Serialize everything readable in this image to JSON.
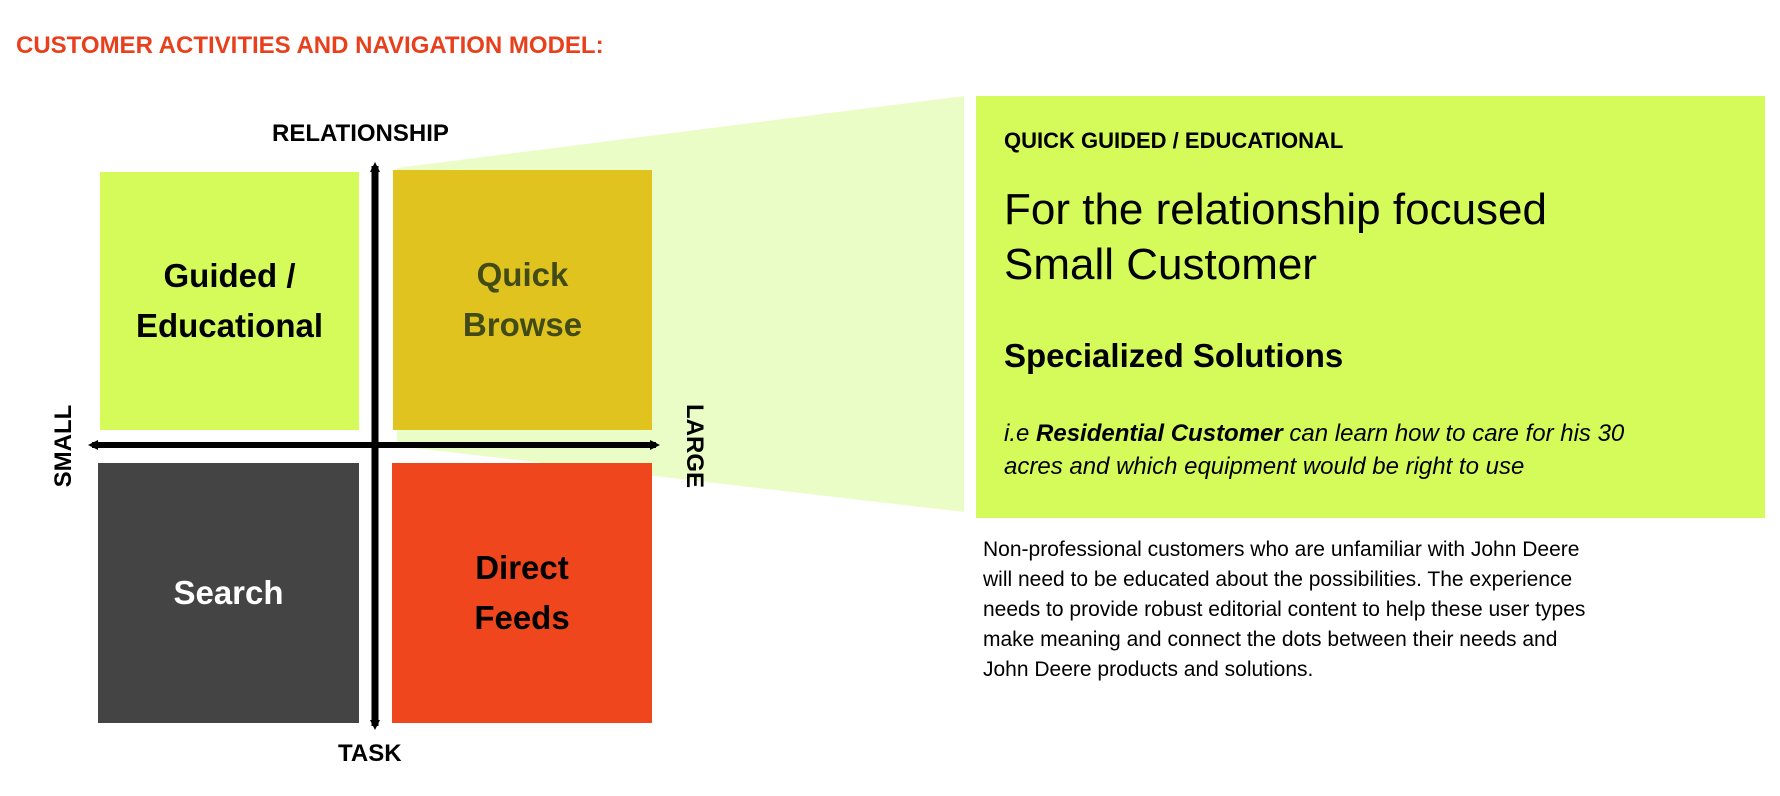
{
  "title": "CUSTOMER ACTIVITIES AND NAVIGATION MODEL:",
  "axes": {
    "top": "RELATIONSHIP",
    "bottom": "TASK",
    "left": "SMALL",
    "right": "LARGE"
  },
  "quadrants": {
    "top_left": {
      "line1": "Guided /",
      "line2": "Educational",
      "color": "#D5FB5B"
    },
    "top_right": {
      "line1": "Quick",
      "line2": "Browse",
      "color": "#E0C31F"
    },
    "bottom_left": {
      "line1": "Search",
      "color": "#444444"
    },
    "bottom_right": {
      "line1": "Direct",
      "line2": "Feeds",
      "color": "#EF461E"
    }
  },
  "detail": {
    "kicker": "QUICK GUIDED / EDUCATIONAL",
    "headline_line1": "For the relationship focused",
    "headline_line2": "Small Customer",
    "subheading": "Specialized Solutions",
    "body_prefix": "i.e ",
    "body_bold": "Residential Customer",
    "body_line1_suffix": " can learn how to care for his 30",
    "body_line2": "acres and which equipment would be right to use"
  },
  "description_lines": [
    "Non-professional customers who are unfamiliar with John Deere",
    "will need to be educated about the possibilities. The experience",
    "needs to provide robust editorial content to help these user types",
    "make meaning and connect the dots between their needs and",
    "John Deere products and solutions."
  ],
  "colors": {
    "title": "#E8401C",
    "callout": "#EBFDC6",
    "panel": "#D5FB5B"
  }
}
